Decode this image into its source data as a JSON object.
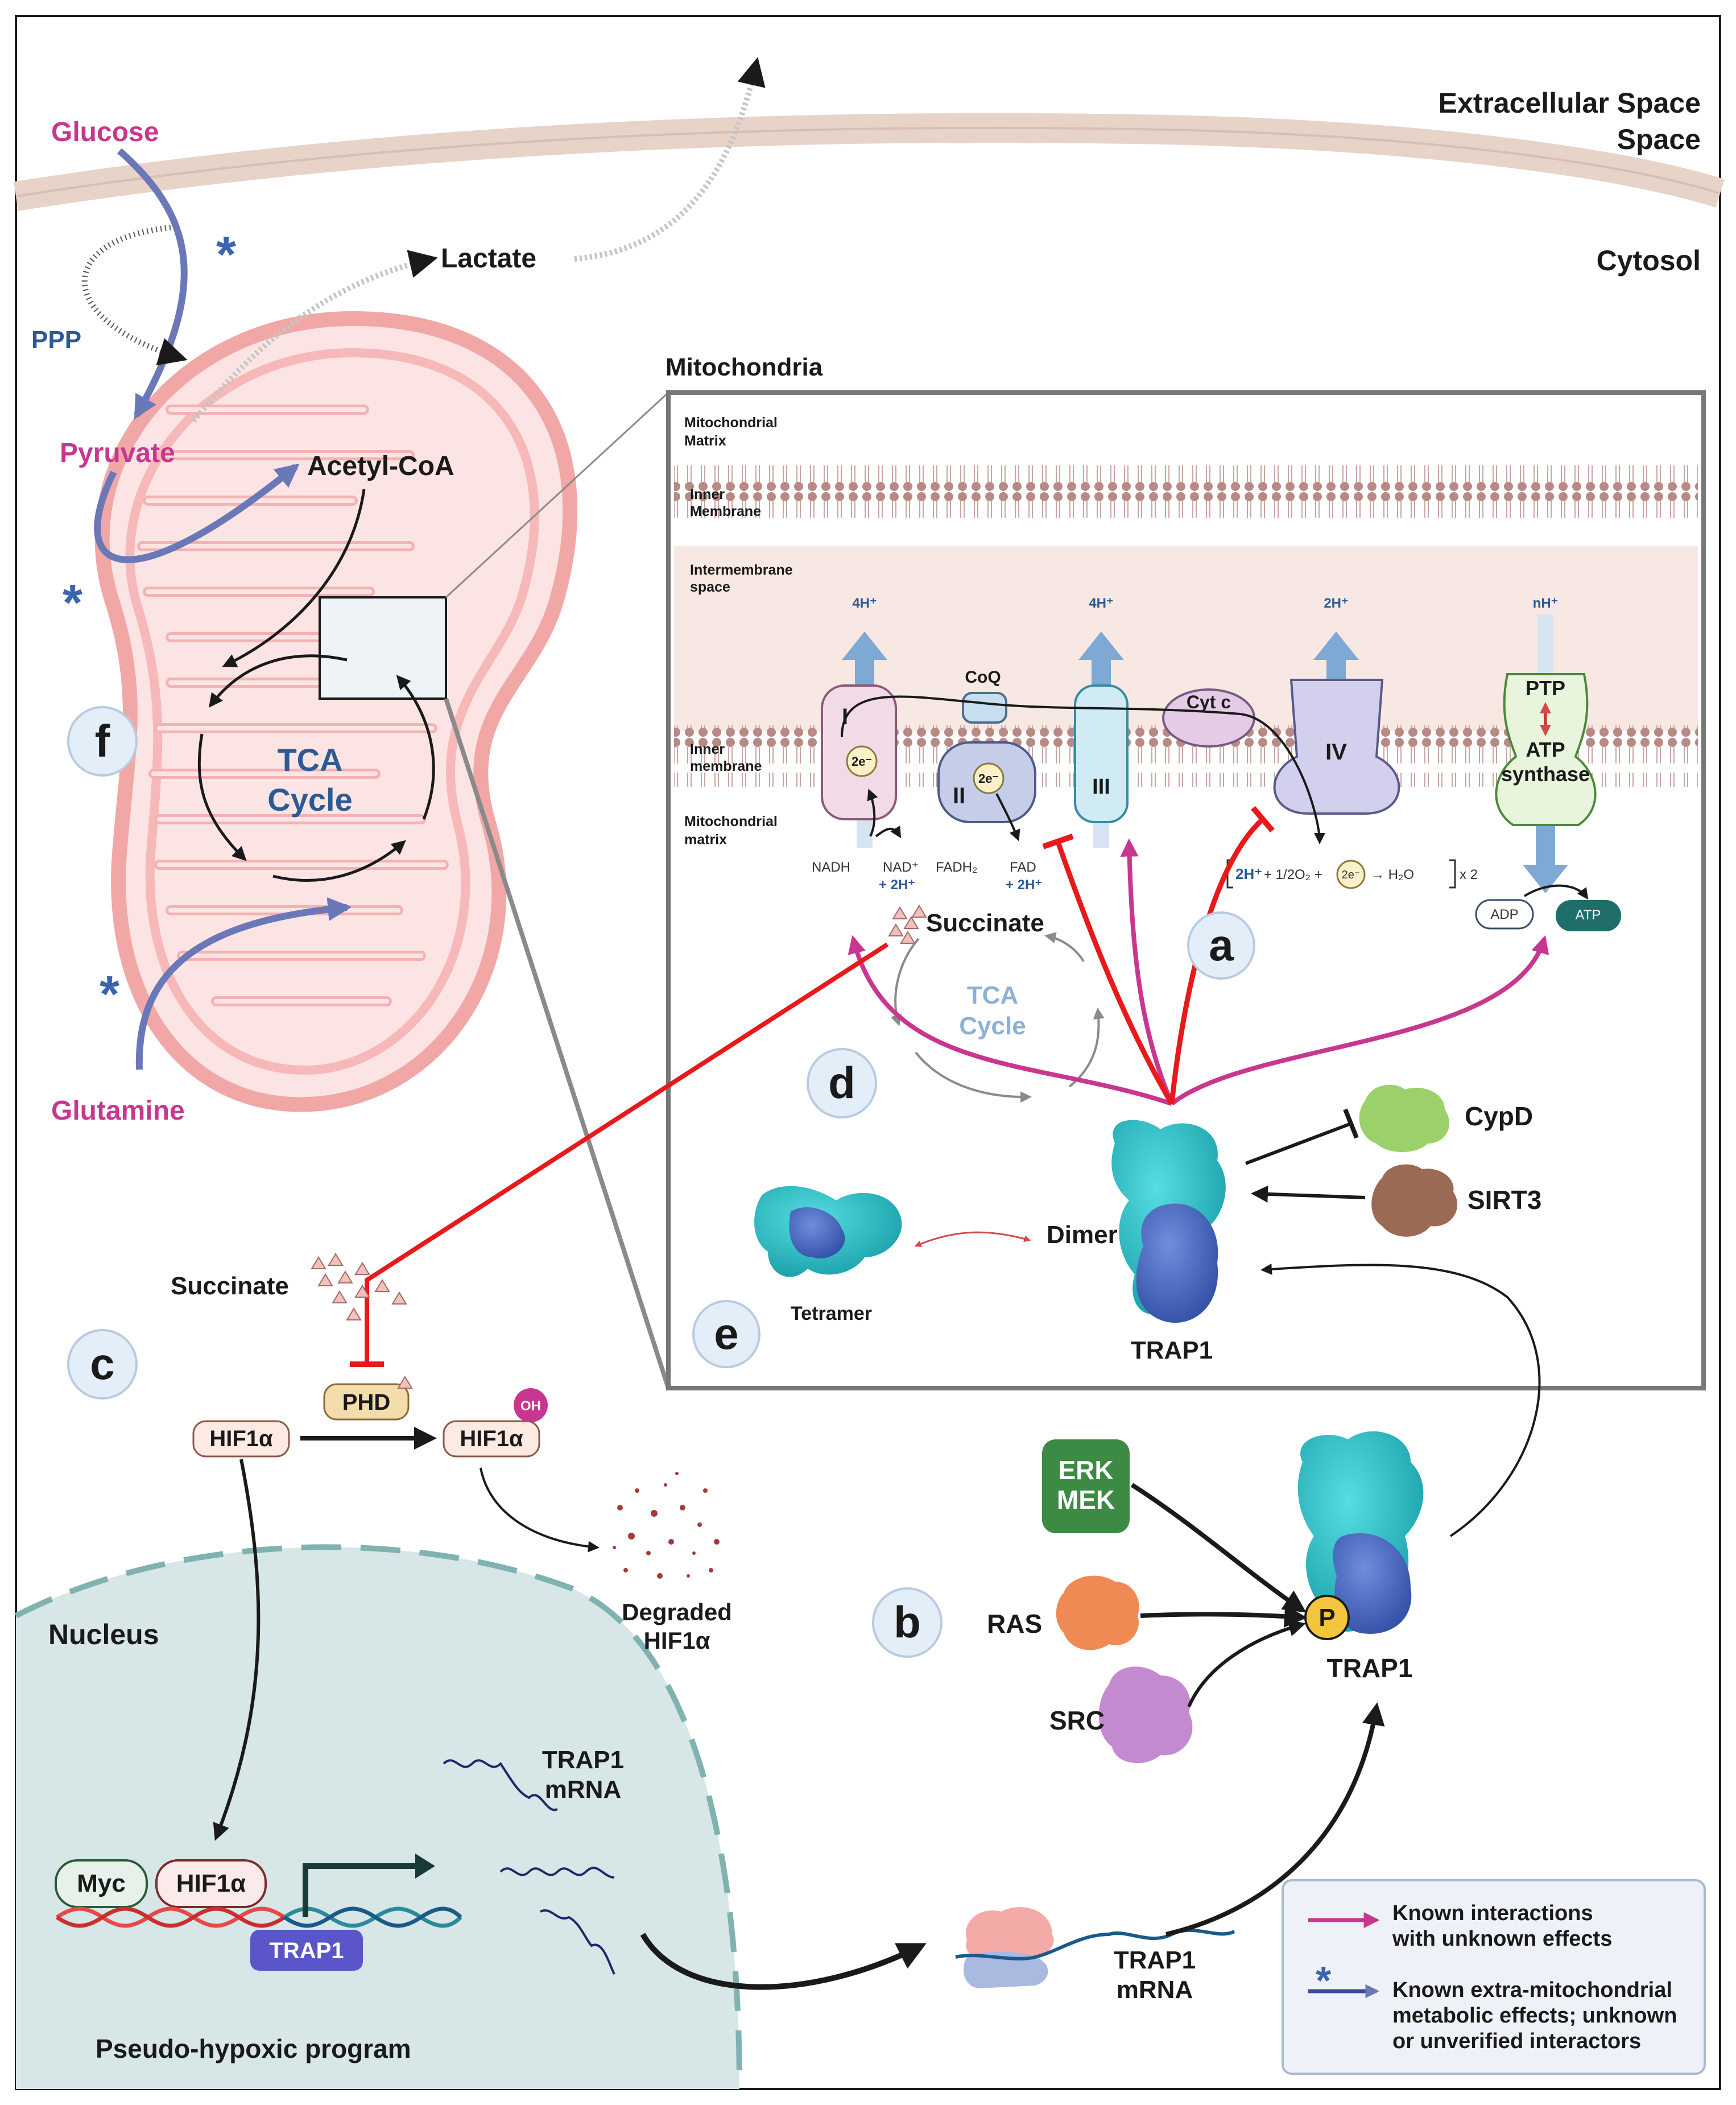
{
  "regions": {
    "extracellular": "Extracellular Space",
    "cytosol": "Cytosol",
    "mitochondria": "Mitochondria",
    "nucleus": "Nucleus"
  },
  "metabolites": {
    "glucose": "Glucose",
    "ppp": "PPP",
    "pyruvate": "Pyruvate",
    "lactate": "Lactate",
    "acetyl_coa": "Acetyl-CoA",
    "glutamine": "Glutamine",
    "tca_line1": "TCA",
    "tca_line2": "Cycle",
    "asterisk": "*"
  },
  "inset": {
    "matrix_top_1": "Mitochondrial",
    "matrix_top_2": "Matrix",
    "inner_membrane_1": "Inner",
    "inner_membrane_2": "Membrane",
    "intermembrane_1": "Intermembrane",
    "intermembrane_2": "space",
    "inner_membrane_lower_1": "Inner",
    "inner_membrane_lower_2": "membrane",
    "matrix_bottom_1": "Mitochondrial",
    "matrix_bottom_2": "matrix",
    "complex_I": "I",
    "complex_II": "II",
    "complex_III": "III",
    "complex_IV": "IV",
    "coq": "CoQ",
    "cytc": "Cyt c",
    "two_e": "2e⁻",
    "h_I": "4H⁺",
    "h_III": "4H⁺",
    "h_IV": "2H⁺",
    "h_n": "nH⁺",
    "ptp": "PTP",
    "atp_synthase_1": "ATP",
    "atp_synthase_2": "synthase",
    "nadh": "NADH",
    "nad_1": "NAD⁺",
    "nad_2": "+ 2H⁺",
    "fadh2": "FADH₂",
    "fad_1": "FAD",
    "fad_2": "+ 2H⁺",
    "equation_a": "2H⁺",
    "equation_b": "+ 1/2O₂ +",
    "equation_c": "→  H₂O",
    "equation_x2": "x 2",
    "adp": "ADP",
    "atp": "ATP",
    "succinate": "Succinate",
    "tca_1": "TCA",
    "tca_2": "Cycle",
    "cypd": "CypD",
    "sirt3": "SIRT3",
    "dimer": "Dimer",
    "tetramer": "Tetramer",
    "trap1": "TRAP1"
  },
  "panel_letters": {
    "a": "a",
    "b": "b",
    "c": "c",
    "d": "d",
    "e": "e",
    "f": "f"
  },
  "hif_panel": {
    "succinate": "Succinate",
    "phd": "PHD",
    "hif1a_1": "HIF1α",
    "hif1a_2": "HIF1α",
    "oh": "OH",
    "degraded_1": "Degraded",
    "degraded_2": "HIF1α"
  },
  "phospho_panel": {
    "erk": "ERK",
    "mek": "MEK",
    "ras": "RAS",
    "src": "SRC",
    "p": "P",
    "trap1": "TRAP1"
  },
  "nucleus_panel": {
    "myc": "Myc",
    "hif1a": "HIF1α",
    "trap1_gene": "TRAP1",
    "mrna_1": "TRAP1",
    "mrna_2": "mRNA",
    "program": "Pseudo-hypoxic program"
  },
  "ribosome": {
    "mrna_1": "TRAP1",
    "mrna_2": "mRNA"
  },
  "legend": {
    "known_1": "Known interactions",
    "known_2": "with unknown effects",
    "extra_1": "Known extra-mitochondrial",
    "extra_2": "metabolic effects; unknown",
    "extra_3": "or unverified interactors",
    "asterisk": "*"
  },
  "colors": {
    "magenta": "#c8378f",
    "blue_text": "#2b5a94",
    "inhibit_red": "#e8191b",
    "mito_pink": "#f6b8b8",
    "nucleus": "#d7e6e6",
    "trap1_teal": "#29c1c9",
    "trap1_blue": "#4a6fc4"
  }
}
